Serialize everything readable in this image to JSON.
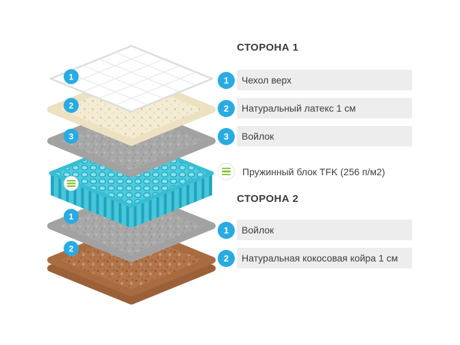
{
  "side1": {
    "title": "СТОРОНА 1",
    "items": [
      {
        "num": "1",
        "label": "Чехол верх"
      },
      {
        "num": "2",
        "label": "Натуральный латекс 1 см"
      },
      {
        "num": "3",
        "label": "Войлок"
      }
    ],
    "spring_label": "Пружинный блок TFK (256 п/м2)"
  },
  "side2": {
    "title": "СТОРОНА 2",
    "items": [
      {
        "num": "1",
        "label": "Войлок"
      },
      {
        "num": "2",
        "label": "Натуральная кокосовая койра 1 см"
      }
    ]
  },
  "diagram": {
    "badges": [
      "1",
      "2",
      "3",
      "1",
      "2"
    ],
    "layers": [
      "cover",
      "latex",
      "felt",
      "spring-block",
      "felt",
      "coir"
    ]
  },
  "colors": {
    "accent_blue": "#29ABE2",
    "icon_green": "#8CC63E",
    "bar_gray": "#EDEDED",
    "text_dark": "#3D3D3D",
    "spring_teal": "#4FCADD",
    "latex_cream": "#F4EBD3",
    "felt_gray": "#A8A8A8",
    "coir_brown": "#B2754B"
  }
}
